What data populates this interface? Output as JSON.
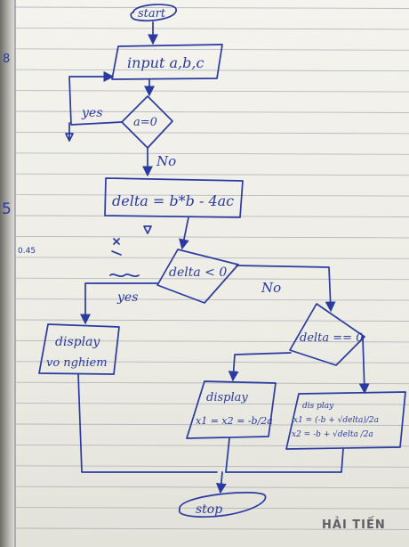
{
  "nodes": {
    "start": "start",
    "input": "input a,b,c",
    "decision_a": "a=0",
    "compute": "delta = b*b - 4ac",
    "decision_delta_neg": "delta < 0",
    "display_no_solution": [
      "display",
      "vo nghiem"
    ],
    "decision_delta_zero": "delta == 0",
    "display_double_root": [
      "display",
      "x1 = x2 = -b/2a"
    ],
    "display_two_roots": [
      "dis play",
      "x1 = (-b + √delta)/2a",
      "x2 = -b + √delta /2a"
    ],
    "stop": "stop"
  },
  "edges": {
    "yes_a": "yes",
    "no_a": "No",
    "yes_delta": "yes",
    "no_delta": "No"
  },
  "margin": {
    "page_mark_1": "8",
    "page_mark_2": "5",
    "page_mark_3": "0.45"
  },
  "watermark": "HẢI TIẾN",
  "colors": {
    "ink": "#2a3aa0",
    "paper": "#f1f0eb",
    "ruled_line": "#9fa4b0"
  }
}
